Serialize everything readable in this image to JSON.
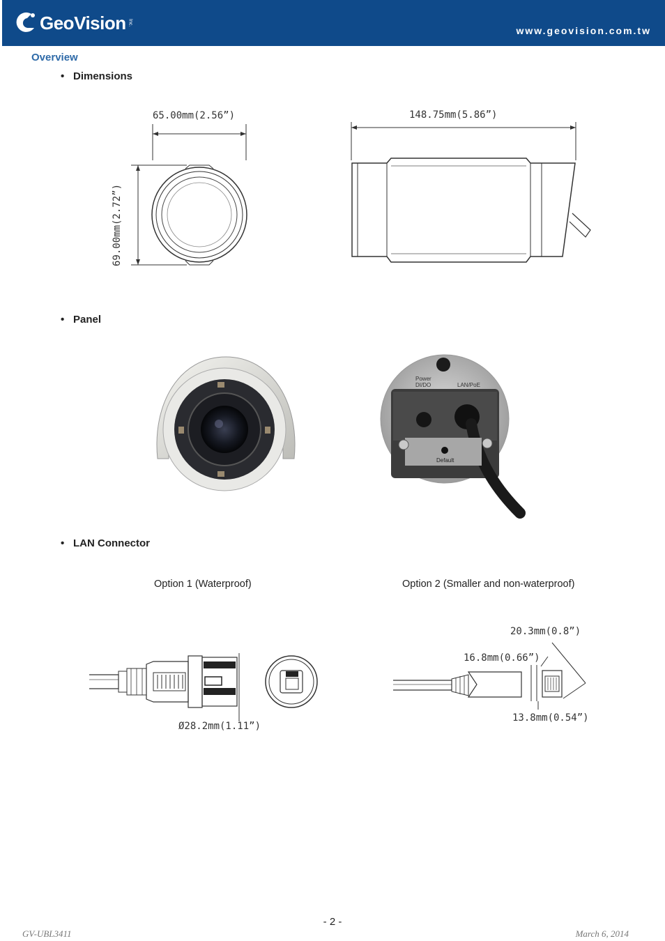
{
  "header": {
    "logo_text": "GeoVision",
    "logo_suffix": "Inc.",
    "url": "www.geovision.com.tw"
  },
  "section_title": "Overview",
  "bullets": {
    "dimensions": "Dimensions",
    "panel": "Panel",
    "lan_connector": "LAN Connector"
  },
  "dimensions": {
    "front_width": "65.00mm(2.56”)",
    "front_height": "69.00mm(2.72”)",
    "side_length": "148.75mm(5.86”)"
  },
  "panel": {
    "power_label": "Power",
    "dido_label": "DI/DO",
    "lan_label": "LAN/PoE",
    "default_label": "Default"
  },
  "lan": {
    "option1_label": "Option 1 (Waterproof)",
    "option2_label": "Option 2 (Smaller and non-waterproof)",
    "option1_diameter": "Ø28.2mm(1.11”)",
    "option2_dim_a": "20.3mm(0.8”)",
    "option2_dim_b": "16.8mm(0.66”)",
    "option2_dim_c": "13.8mm(0.54”)"
  },
  "footer": {
    "page_number": "- 2 -",
    "model": "GV-UBL3411",
    "date": "March 6, 2014"
  }
}
